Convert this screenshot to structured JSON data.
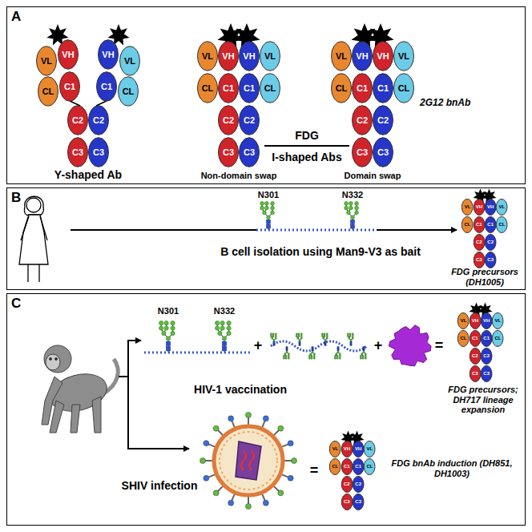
{
  "diagram": {
    "nodes": [
      {
        "text": [
          "A"
        ]
      },
      {
        "text": [
          "VL"
        ],
        "in": 0
      },
      {
        "text": [
          "VH"
        ],
        "in": 0
      },
      {
        "text": [
          "VH"
        ],
        "in": 0
      },
      {
        "text": [
          "VL"
        ],
        "in": 0
      },
      {
        "text": [
          "CL"
        ],
        "in": 0
      },
      {
        "text": [
          "C1"
        ],
        "in": 0
      },
      {
        "text": [
          "C1"
        ],
        "in": 0
      },
      {
        "text": [
          "CL"
        ],
        "in": 0
      },
      {
        "text": [
          "C2"
        ],
        "in": 0
      },
      {
        "text": [
          "C2"
        ],
        "in": 0
      },
      {
        "text": [
          "C3"
        ],
        "in": 0
      },
      {
        "text": [
          "C3"
        ],
        "in": 0
      },
      {
        "text": [
          "VL"
        ],
        "in": 0
      },
      {
        "text": [
          "VH"
        ],
        "in": 0
      },
      {
        "text": [
          "VH"
        ],
        "in": 0
      },
      {
        "text": [
          "VL"
        ],
        "in": 0
      },
      {
        "text": [
          "CL"
        ],
        "in": 0
      },
      {
        "text": [
          "C1"
        ],
        "in": 0
      },
      {
        "text": [
          "C1"
        ],
        "in": 0
      },
      {
        "text": [
          "CL"
        ],
        "in": 0
      },
      {
        "text": [
          "C2"
        ],
        "in": 0
      },
      {
        "text": [
          "C2"
        ],
        "in": 0
      },
      {
        "text": [
          "C3"
        ],
        "in": 0
      },
      {
        "text": [
          "C3"
        ],
        "in": 0
      },
      {
        "text": [
          "VL"
        ],
        "in": 0
      },
      {
        "text": [
          "VH"
        ],
        "in": 0
      },
      {
        "text": [
          "VH"
        ],
        "in": 0
      },
      {
        "text": [
          "VL"
        ],
        "in": 0
      },
      {
        "text": [
          "CL"
        ],
        "in": 0
      },
      {
        "text": [
          "C1"
        ],
        "in": 0
      },
      {
        "text": [
          "C1"
        ],
        "in": 0
      },
      {
        "text": [
          "CL"
        ],
        "in": 0
      },
      {
        "text": [
          "C2"
        ],
        "in": 0
      },
      {
        "text": [
          "C2"
        ],
        "in": 0
      },
      {
        "text": [
          "C3"
        ],
        "in": 0
      },
      {
        "text": [
          "C3"
        ],
        "in": 0
      },
      {
        "text": [
          "B"
        ]
      },
      {
        "text": [
          "VL"
        ],
        "in": 37
      },
      {
        "text": [
          "VH"
        ],
        "in": 37
      },
      {
        "text": [
          "VH"
        ],
        "in": 37
      },
      {
        "text": [
          "VL"
        ],
        "in": 37
      },
      {
        "text": [
          "CL"
        ],
        "in": 37
      },
      {
        "text": [
          "C1"
        ],
        "in": 37
      },
      {
        "text": [
          "C1"
        ],
        "in": 37
      },
      {
        "text": [
          "CL"
        ],
        "in": 37
      },
      {
        "text": [
          "C2"
        ],
        "in": 37
      },
      {
        "text": [
          "C2"
        ],
        "in": 37
      },
      {
        "text": [
          "C3"
        ],
        "in": 37
      },
      {
        "text": [
          "C3"
        ],
        "in": 37
      },
      {
        "text": [
          "C"
        ]
      },
      {
        "text": [
          "VL"
        ],
        "in": 50
      },
      {
        "text": [
          "VH"
        ],
        "in": 50
      },
      {
        "text": [
          "VH"
        ],
        "in": 50
      },
      {
        "text": [
          "VL"
        ],
        "in": 50
      },
      {
        "text": [
          "CL"
        ],
        "in": 50
      },
      {
        "text": [
          "C1"
        ],
        "in": 50
      },
      {
        "text": [
          "C1"
        ],
        "in": 50
      },
      {
        "text": [
          "CL"
        ],
        "in": 50
      },
      {
        "text": [
          "C2"
        ],
        "in": 50
      },
      {
        "text": [
          "C2"
        ],
        "in": 50
      },
      {
        "text": [
          "C3"
        ],
        "in": 50
      },
      {
        "text": [
          "C3"
        ],
        "in": 50
      },
      {
        "text": [
          "VL"
        ],
        "in": 50
      },
      {
        "text": [
          "VH"
        ],
        "in": 50
      },
      {
        "text": [
          "VH"
        ],
        "in": 50
      },
      {
        "text": [
          "VL"
        ],
        "in": 50
      },
      {
        "text": [
          "CL"
        ],
        "in": 50
      },
      {
        "text": [
          "C1"
        ],
        "in": 50
      },
      {
        "text": [
          "C1"
        ],
        "in": 50
      },
      {
        "text": [
          "CL"
        ],
        "in": 50
      },
      {
        "text": [
          "C2"
        ],
        "in": 50
      },
      {
        "text": [
          "C2"
        ],
        "in": 50
      },
      {
        "text": [
          "C3"
        ],
        "in": 50
      },
      {
        "text": [
          "C3"
        ],
        "in": 50
      }
    ],
    "labels": [
      "Y-shaped Ab",
      "FDG",
      "I-shaped Abs",
      "Non-domain swap",
      "Domain swap",
      "2G12 bnAb",
      "N301",
      "N332",
      "B cell isolation using Man9-V3 as bait",
      "FDG precursors (DH1005)",
      "N301",
      "N332",
      "+",
      "+",
      "=",
      "FDG precursors; DH717 lineage expansion",
      "HIV-1 vaccination",
      "SHIV infection",
      "=",
      "FDG bnAb induction (DH851, DH1003)"
    ]
  }
}
